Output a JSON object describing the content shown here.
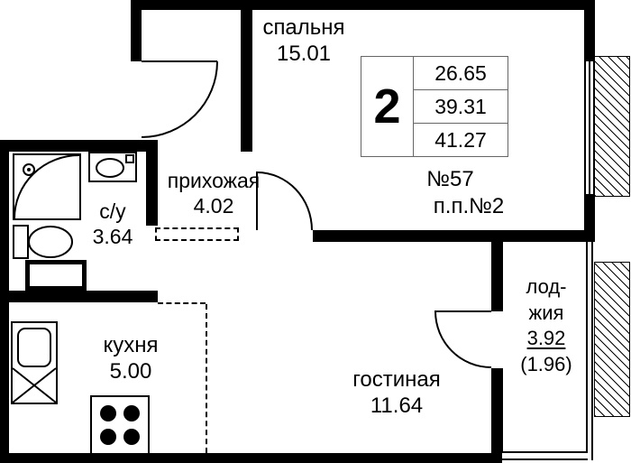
{
  "floor_plan": {
    "rooms": [
      {
        "name": "спальня",
        "area": "15.01"
      },
      {
        "name": "прихожая",
        "area": "4.02"
      },
      {
        "name": "с/у",
        "area": "3.64"
      },
      {
        "name": "кухня",
        "area": "5.00"
      },
      {
        "name": "гостиная",
        "area": "11.64"
      }
    ],
    "loggia": {
      "name_line1": "лод-",
      "name_line2": "жия",
      "area": "3.92",
      "area_alt": "(1.96)"
    },
    "info_box": {
      "room_count": "2",
      "areas": [
        "26.65",
        "39.31",
        "41.27"
      ]
    },
    "apartment_number": "№57",
    "plan_number": "п.п.№2"
  },
  "colors": {
    "wall": "#000000",
    "background": "#ffffff",
    "grid_border": "#666666"
  }
}
